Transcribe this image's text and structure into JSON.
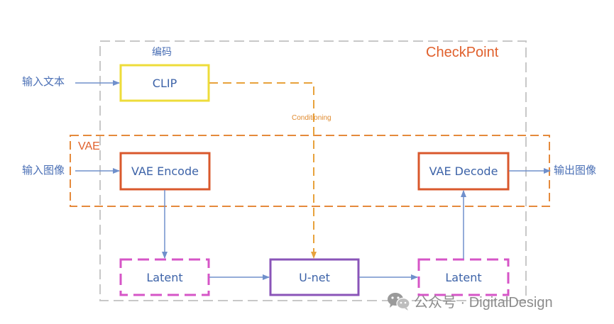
{
  "checkpoint": {
    "label": "CheckPoint"
  },
  "clip": {
    "caption": "编码",
    "label": "CLIP"
  },
  "conditioning": {
    "label": "Conditioning"
  },
  "vae": {
    "label": "VAE",
    "encode_label": "VAE Encode",
    "decode_label": "VAE Decode"
  },
  "inputs": {
    "text": "输入文本",
    "image": "输入图像"
  },
  "outputs": {
    "image": "输出图像"
  },
  "latent": {
    "left_label": "Latent",
    "right_label": "Latent"
  },
  "unet": {
    "label": "U-net"
  },
  "watermark": {
    "text": "公众号 · DigitalDesign"
  },
  "colors": {
    "checkpoint_border": "#c8c8c8",
    "checkpoint_text": "#e0602c",
    "vae_border": "#e58a3c",
    "clip_border": "#eedc3a",
    "vae_box_border": "#d9582c",
    "latent_border": "#d655c7",
    "unet_border": "#8a54b8",
    "arrow_blue": "#7090cc",
    "arrow_orange": "#e8a23c",
    "text_blue": "#4a6fb5"
  }
}
